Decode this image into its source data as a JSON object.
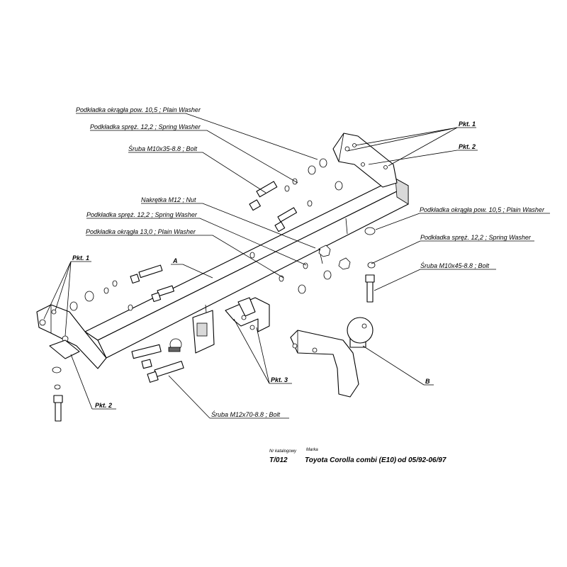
{
  "labels": {
    "plain_washer_10_5_top": "Podkładka okrągła pow. 10,5 ; Plain Washer",
    "spring_washer_12_2_top": "Podkładka spręż. 12,2 ; Spring Washer",
    "bolt_m10x35": "Śruba M10x35-8.8  ; Bolt",
    "nut_m12": "Nakrętka  M12 ; Nut",
    "spring_washer_12_2_mid": "Podkładka spręż. 12,2 ; Spring Washer",
    "plain_washer_13_0": "Podkładka okrągła 13,0 ; Plain Washer",
    "plain_washer_10_5_right": "Podkładka okrągła pow. 10,5 ; Plain Washer",
    "spring_washer_12_2_right": "Podkładka spręż. 12,2 ; Spring Washer",
    "bolt_m10x45": "Śruba M10x45-8.8  ; Bolt",
    "bolt_m12x70": "Śruba M12x70-8.8  ; Bolt"
  },
  "points": {
    "pkt1_right": "Pkt. 1",
    "pkt2_right": "Pkt. 2",
    "pkt1_left": "Pkt. 1",
    "pkt2_left": "Pkt. 2",
    "pkt3": "Pkt. 3",
    "part_a": "A",
    "part_b": "B"
  },
  "catalog": {
    "nr_label": "Nr katalogowy",
    "nr_value": "T/012",
    "marka_label": "Marka",
    "marka_value": "Toyota Corolla combi (E10)",
    "date_range": "od 05/92-06/97"
  }
}
